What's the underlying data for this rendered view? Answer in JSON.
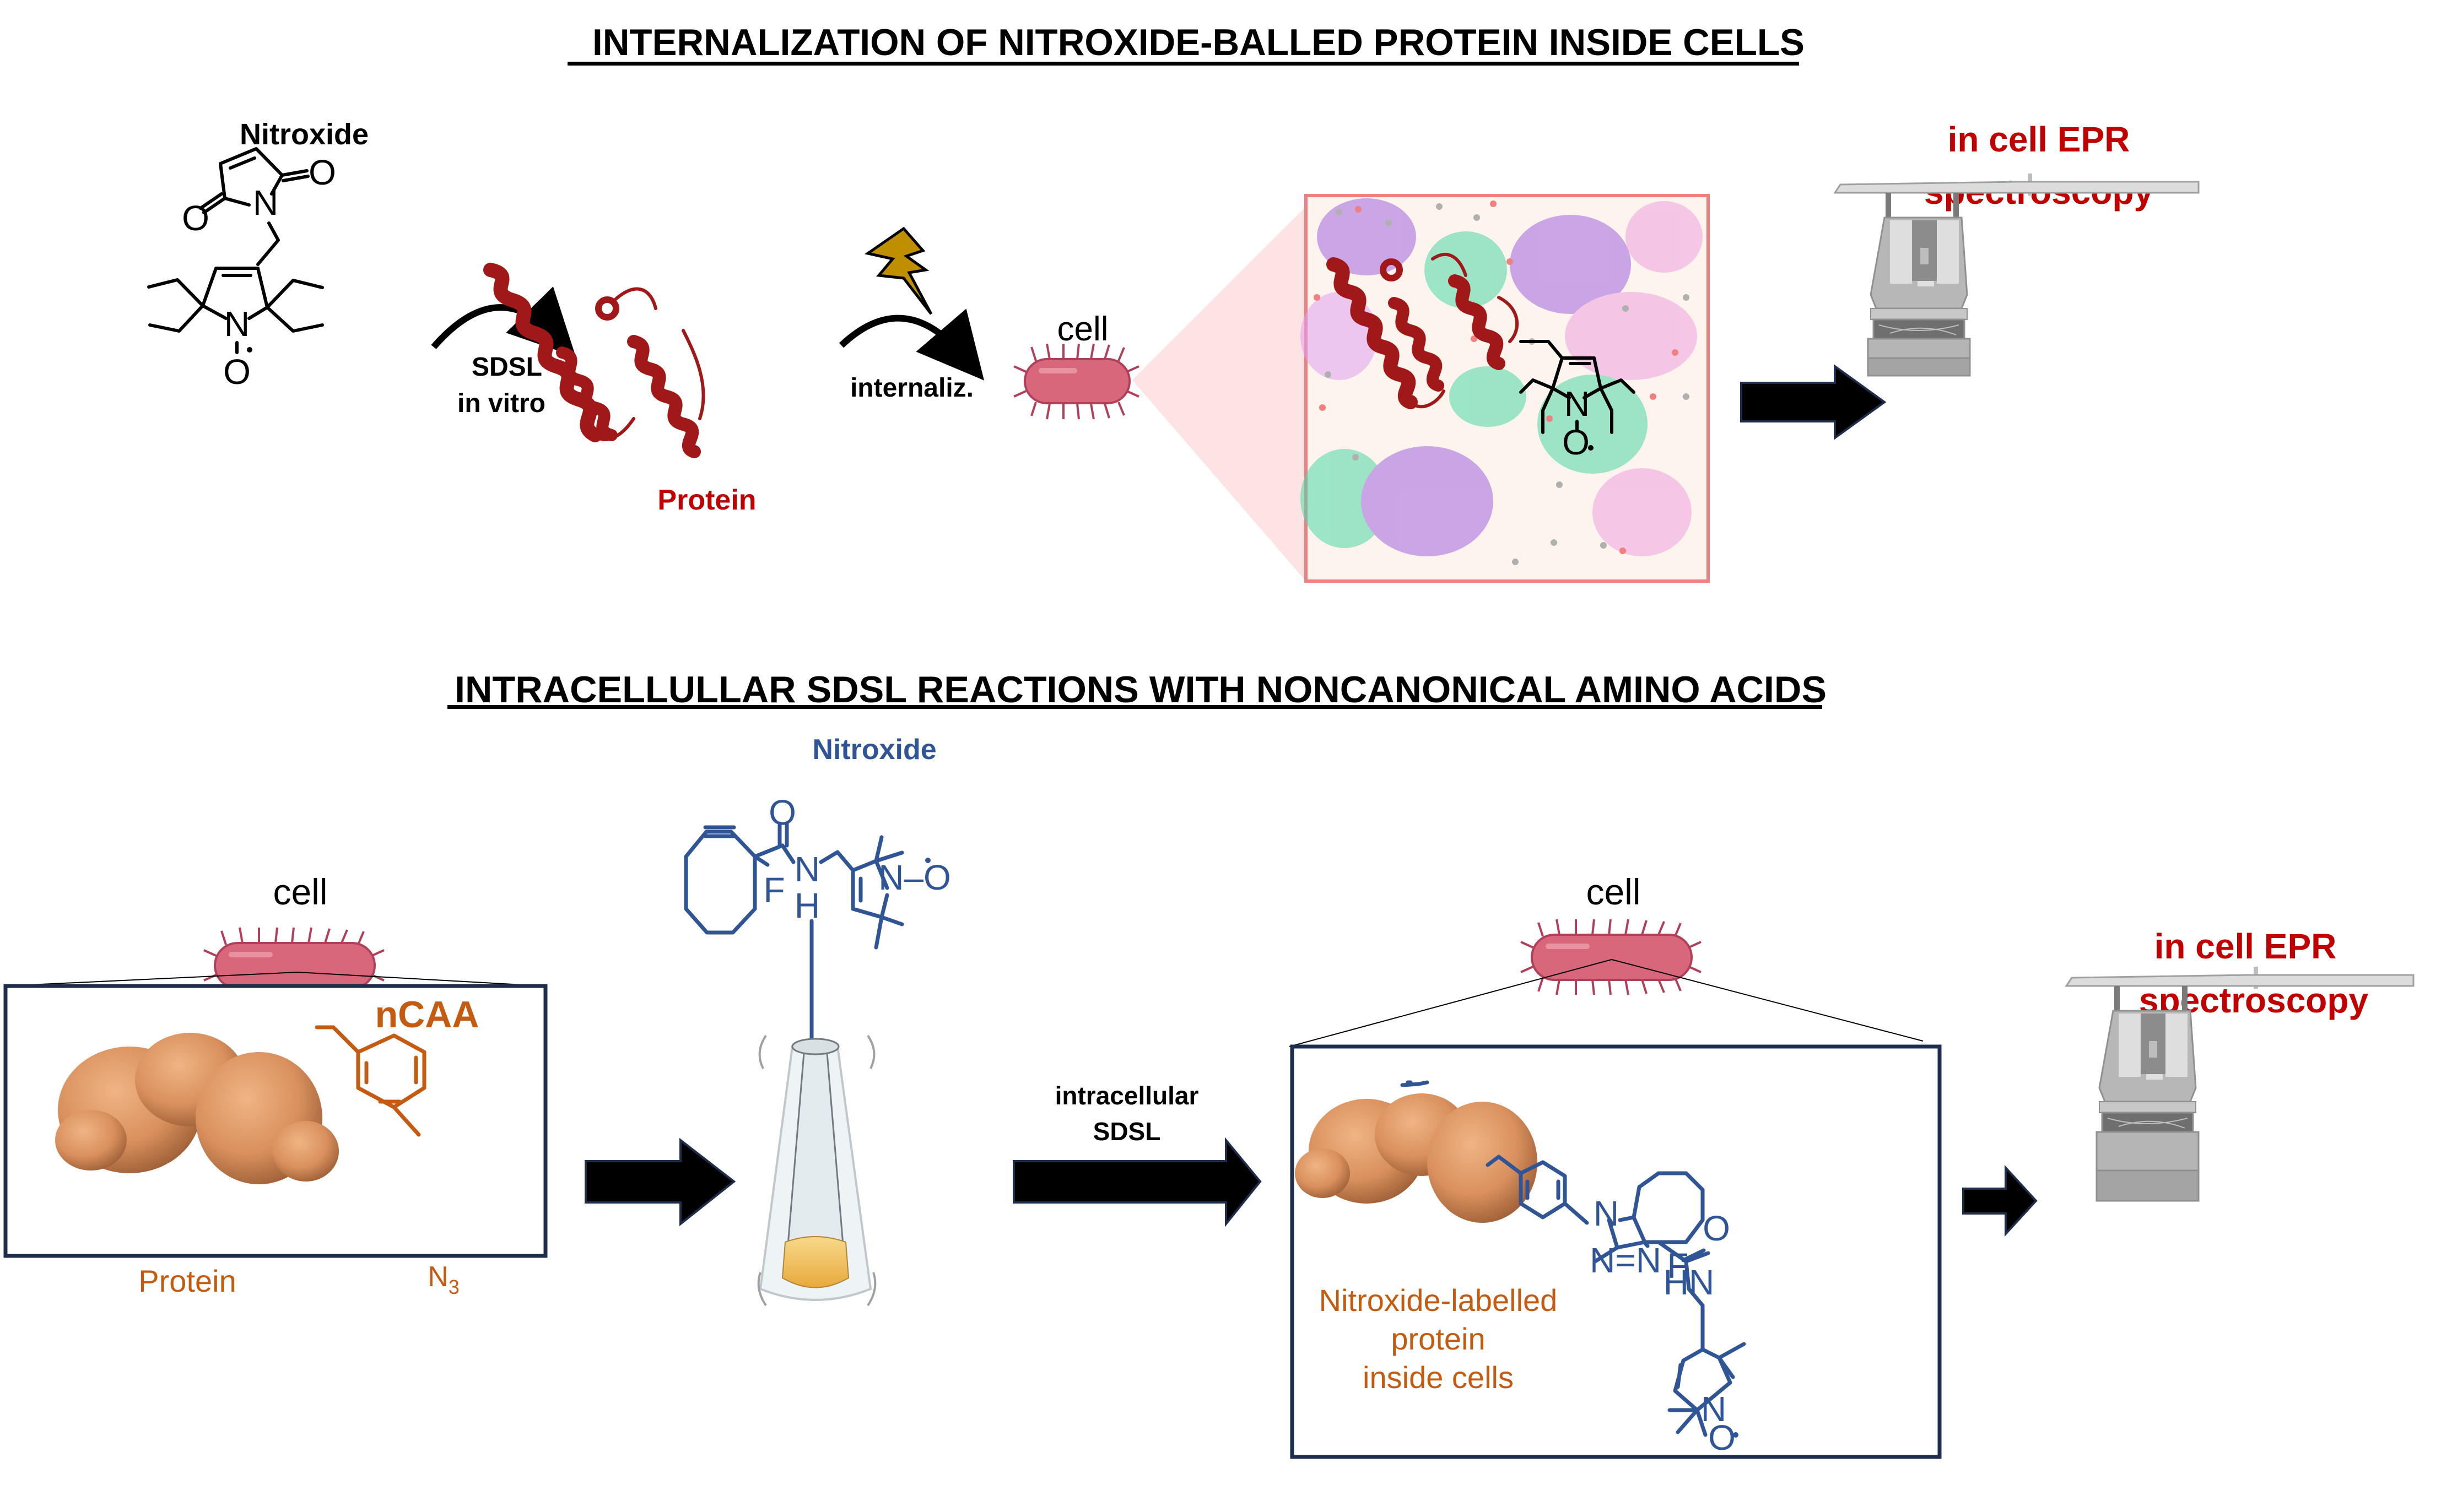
{
  "section_top": {
    "title": "INTERNALIZATION OF NITROXIDE-BALLED PROTEIN INSIDE CELLS",
    "nitroxide_label": "Nitroxide",
    "step1_label_line1": "SDSL",
    "step1_label_line2": "in vitro",
    "protein_label": "Protein",
    "step2_label": "internaliz.",
    "cell_label": "cell",
    "epr_label_line1": "in cell EPR",
    "epr_label_line2": "spectroscopy",
    "atoms": {
      "O": "O",
      "N": "N",
      "radical_O": "O"
    }
  },
  "section_bottom": {
    "title": "INTRACELLULLAR SDSL REACTIONS WITH NONCANONICAL AMINO ACIDS",
    "nitroxide_label": "Nitroxide",
    "cell_left_label": "cell",
    "ncaa_label": "nCAA",
    "protein_label": "Protein",
    "azide_label": "N",
    "azide_sub": "3",
    "step_label_line1": "intracellular",
    "step_label_line2": "SDSL",
    "cell_right_label": "cell",
    "product_label_line1": "Nitroxide-labelled",
    "product_label_line2": "protein",
    "product_label_line3": "inside cells",
    "epr_label_line1": "in cell EPR",
    "epr_label_line2": "spectroscopy",
    "atoms": {
      "F": "F",
      "N": "N",
      "H": "H",
      "O": "O",
      "HN": "HN",
      "NO": "N–O"
    }
  },
  "colors": {
    "red_label": "#c00000",
    "blue_label": "#2f5597",
    "orange_label": "#c55a11",
    "protein_ribbon": "#a01818",
    "cell_body": "#d9677b",
    "box_border": "#1f2d4d",
    "zoom_box_border": "#f08080"
  }
}
